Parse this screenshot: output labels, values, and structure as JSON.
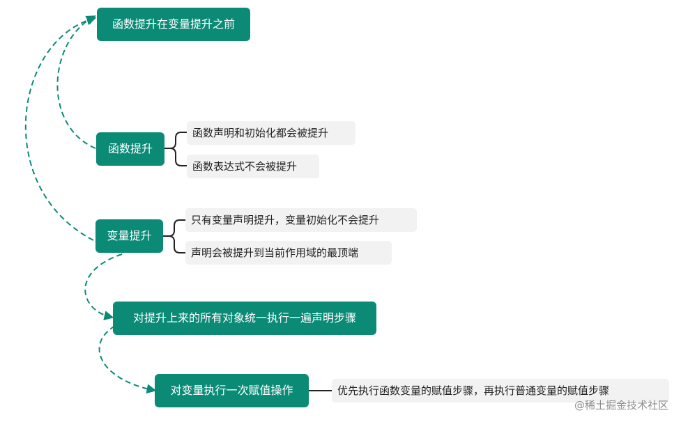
{
  "nodes": {
    "fn_before_var": "函数提升在变量提升之前",
    "fn_hoist": "函数提升",
    "var_hoist": "变量提升",
    "declare_all": "对提升上来的所有对象统一执行一遍声明步骤",
    "assign_var": "对变量执行一次赋值操作"
  },
  "leaves": {
    "fn_hoist_1": "函数声明和初始化都会被提升",
    "fn_hoist_2": "函数表达式不会被提升",
    "var_hoist_1": "只有变量声明提升，变量初始化不会提升",
    "var_hoist_2": "声明会被提升到当前作用域的最顶端",
    "assign_1": "优先执行函数变量的赋值步骤，再执行普通变量的赋值步骤"
  },
  "watermark": "@稀土掘金技术社区",
  "colors": {
    "node_fill": "#0b8a76",
    "arrow": "#0b8a76",
    "leaf_fill": "#f2f2f2",
    "connector": "#222222"
  }
}
